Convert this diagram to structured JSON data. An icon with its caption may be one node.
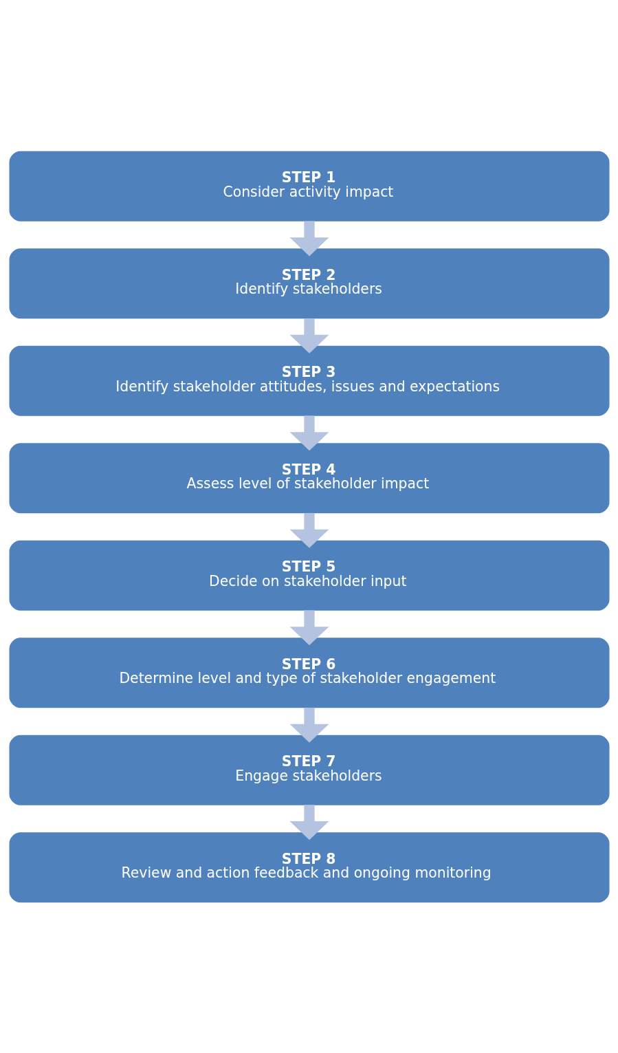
{
  "diagram": {
    "nodes": [
      {
        "text": [
          "STEP 1",
          "Consider activity impact"
        ]
      },
      {
        "text": [
          "STEP 2",
          "Identify stakeholders"
        ]
      },
      {
        "text": [
          "STEP 3",
          "Identify stakeholder attitudes, issues and expectations"
        ]
      },
      {
        "text": [
          "STEP 4",
          "Assess level of stakeholder impact"
        ]
      },
      {
        "text": [
          "STEP 5",
          "Decide on stakeholder input"
        ]
      },
      {
        "text": [
          "STEP 6",
          "Determine level and type of stakeholder engagement"
        ]
      },
      {
        "text": [
          "STEP 7",
          "Engage stakeholders"
        ]
      },
      {
        "text": [
          "STEP 8",
          "Review and action feedback and ongoing monitoring"
        ]
      }
    ],
    "edges": [
      {
        "from": 0,
        "to": 1,
        "arrow": "to"
      },
      {
        "from": 1,
        "to": 2,
        "arrow": "to"
      },
      {
        "from": 2,
        "to": 3,
        "arrow": "to"
      },
      {
        "from": 3,
        "to": 4,
        "arrow": "to"
      },
      {
        "from": 4,
        "to": 5,
        "arrow": "to"
      },
      {
        "from": 5,
        "to": 6,
        "arrow": "to"
      },
      {
        "from": 6,
        "to": 7,
        "arrow": "to"
      }
    ]
  }
}
